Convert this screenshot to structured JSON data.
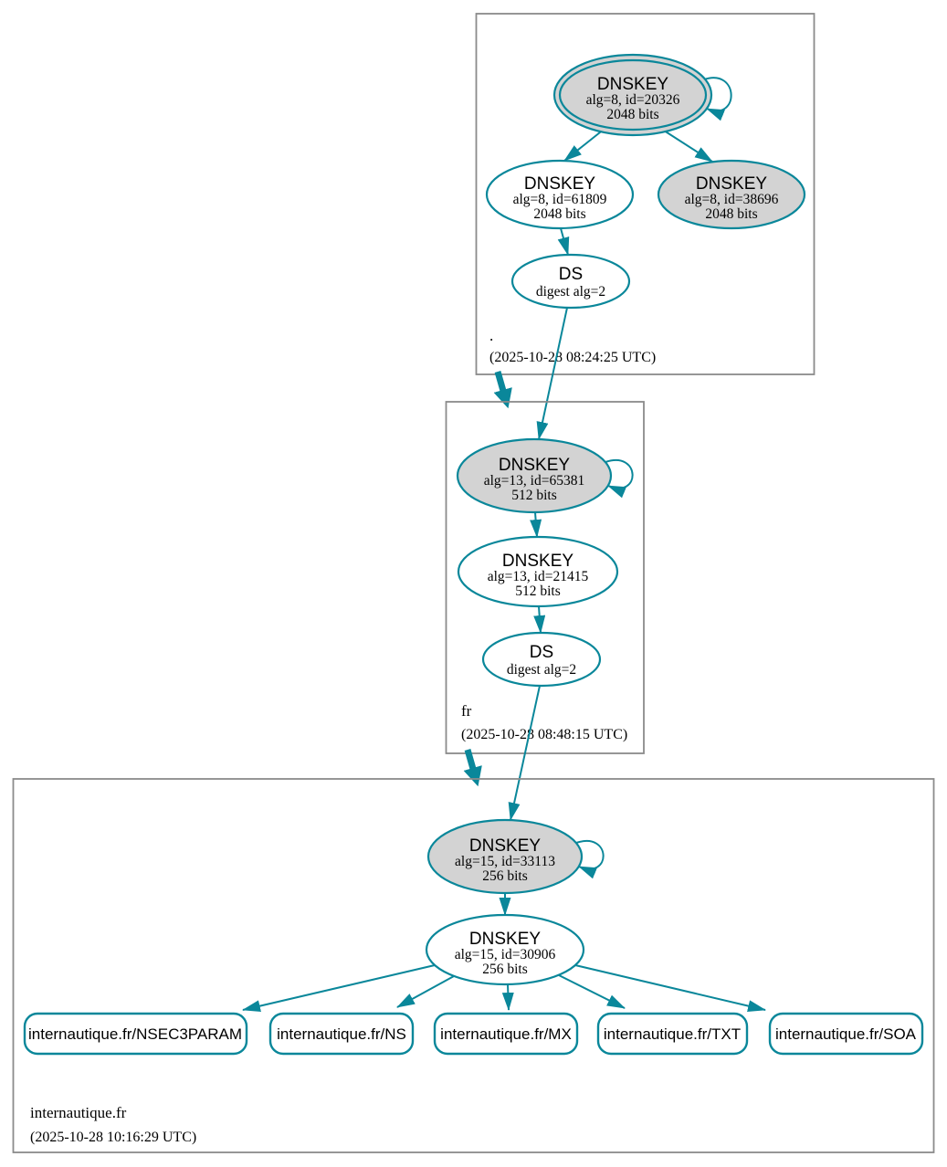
{
  "colors": {
    "edge_teal": "#0a879a",
    "sep_key_fill": "#d3d3d3",
    "node_fill": "#ffffff",
    "zone_box_border": "#8b8b8b",
    "text": "#000000"
  },
  "zones": [
    {
      "label": ".",
      "timestamp": "(2025-10-28 08:24:25 UTC)",
      "nodes": {
        "ksk": {
          "title": "DNSKEY",
          "detail1": "alg=8, id=20326",
          "detail2": "2048 bits"
        },
        "zsk": {
          "title": "DNSKEY",
          "detail1": "alg=8, id=61809",
          "detail2": "2048 bits"
        },
        "sep": {
          "title": "DNSKEY",
          "detail1": "alg=8, id=38696",
          "detail2": "2048 bits"
        },
        "ds": {
          "title": "DS",
          "detail1": "digest alg=2"
        }
      }
    },
    {
      "label": "fr",
      "timestamp": "(2025-10-28 08:48:15 UTC)",
      "nodes": {
        "ksk": {
          "title": "DNSKEY",
          "detail1": "alg=13, id=65381",
          "detail2": "512 bits"
        },
        "zsk": {
          "title": "DNSKEY",
          "detail1": "alg=13, id=21415",
          "detail2": "512 bits"
        },
        "ds": {
          "title": "DS",
          "detail1": "digest alg=2"
        }
      }
    },
    {
      "label": "internautique.fr",
      "timestamp": "(2025-10-28 10:16:29 UTC)",
      "nodes": {
        "ksk": {
          "title": "DNSKEY",
          "detail1": "alg=15, id=33113",
          "detail2": "256 bits"
        },
        "zsk": {
          "title": "DNSKEY",
          "detail1": "alg=15, id=30906",
          "detail2": "256 bits"
        }
      },
      "rrsets": [
        {
          "label": "internautique.fr/NSEC3PARAM"
        },
        {
          "label": "internautique.fr/NS"
        },
        {
          "label": "internautique.fr/MX"
        },
        {
          "label": "internautique.fr/TXT"
        },
        {
          "label": "internautique.fr/SOA"
        }
      ]
    }
  ]
}
